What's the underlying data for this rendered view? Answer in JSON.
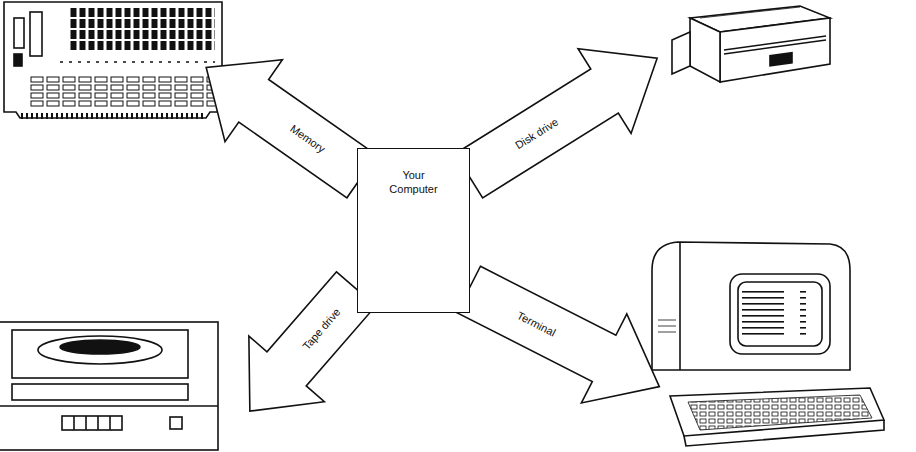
{
  "diagram": {
    "nodes": [
      {
        "text": [
          "Memory"
        ]
      },
      {
        "text": [
          "Disk drive"
        ]
      },
      {
        "text": [
          "Your Computer"
        ]
      },
      {
        "text": [
          "Tape drive"
        ]
      },
      {
        "text": [
          "Terminal"
        ]
      }
    ]
  }
}
